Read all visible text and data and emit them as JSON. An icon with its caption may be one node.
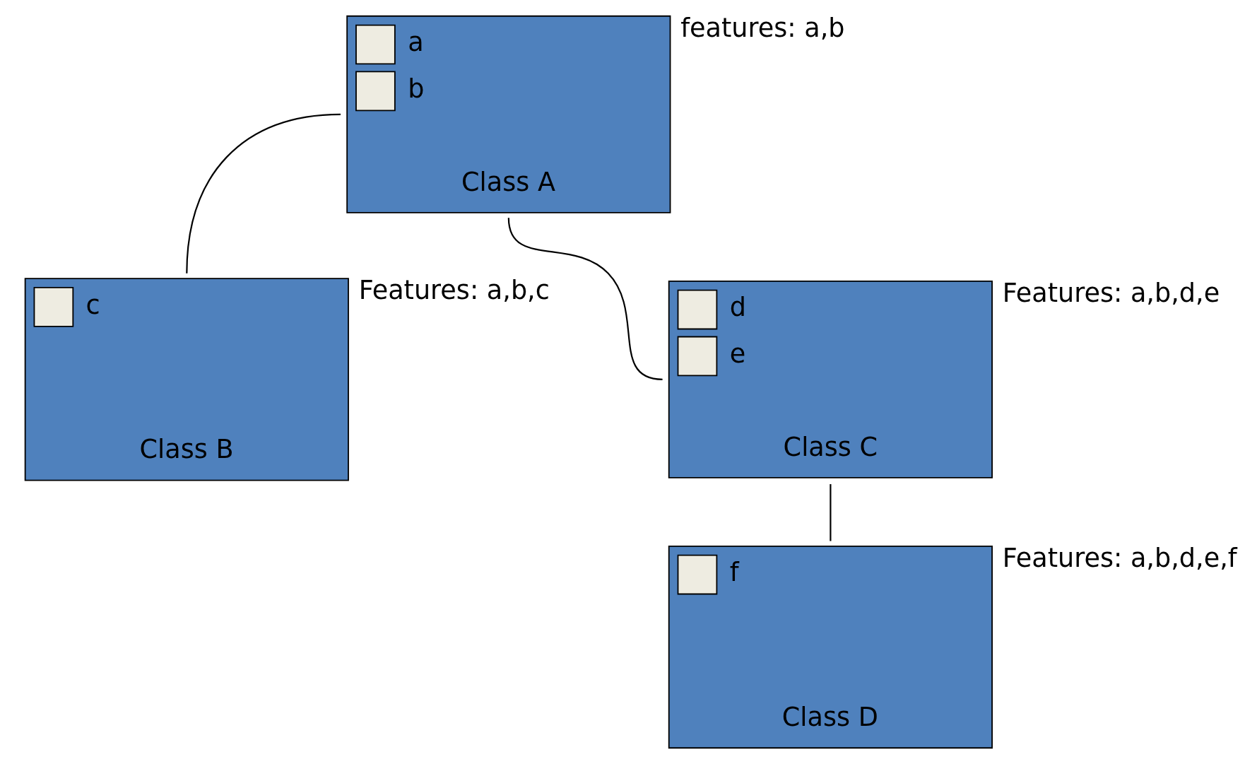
{
  "diagram": {
    "nodes": [
      {
        "text": [
          "a",
          "b",
          "Class A"
        ],
        "beside": [
          "features: a,b"
        ]
      },
      {
        "text": [
          "c",
          "Class B"
        ],
        "beside": [
          "Features: a,b,c"
        ]
      },
      {
        "text": [
          "d",
          "e",
          "Class C"
        ],
        "beside": [
          "Features: a,b,d,e"
        ]
      },
      {
        "text": [
          "f",
          "Class D"
        ],
        "beside": [
          "Features: a,b,d,e,f"
        ]
      }
    ],
    "edges": [
      {
        "from": 0,
        "to": 1,
        "arrow": "none"
      },
      {
        "from": 0,
        "to": 2,
        "arrow": "none"
      },
      {
        "from": 2,
        "to": 3,
        "arrow": "none"
      }
    ]
  }
}
